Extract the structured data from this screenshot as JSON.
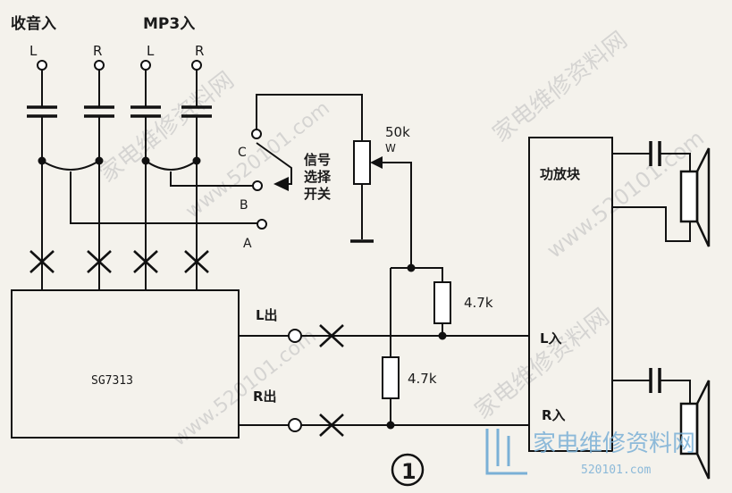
{
  "labels": {
    "radio_in": "收音入",
    "mp3_in": "MP3入",
    "left": "L",
    "right": "R",
    "pot_value": "50k",
    "pot_w": "W",
    "switch_label_1": "信号",
    "switch_label_2": "选择",
    "switch_label_3": "开关",
    "pos_a": "A",
    "pos_b": "B",
    "pos_c": "C",
    "chip": "SG7313",
    "l_out": "L出",
    "r_out": "R出",
    "res_top": "4.7k",
    "res_bottom": "4.7k",
    "amp": "功放块",
    "l_in": "L入",
    "r_in": "R入",
    "figure_no": "1"
  },
  "watermarks": {
    "diag_1": "家电维修资料网",
    "diag_2": "www.520101.com",
    "logo_text": "家电维修资料网",
    "logo_url": "520101.com"
  },
  "colors": {
    "ink": "#111111",
    "paper": "#f4f2ec",
    "watermark": "#bdbdbd",
    "logo_blue": "#7ab0d6"
  }
}
